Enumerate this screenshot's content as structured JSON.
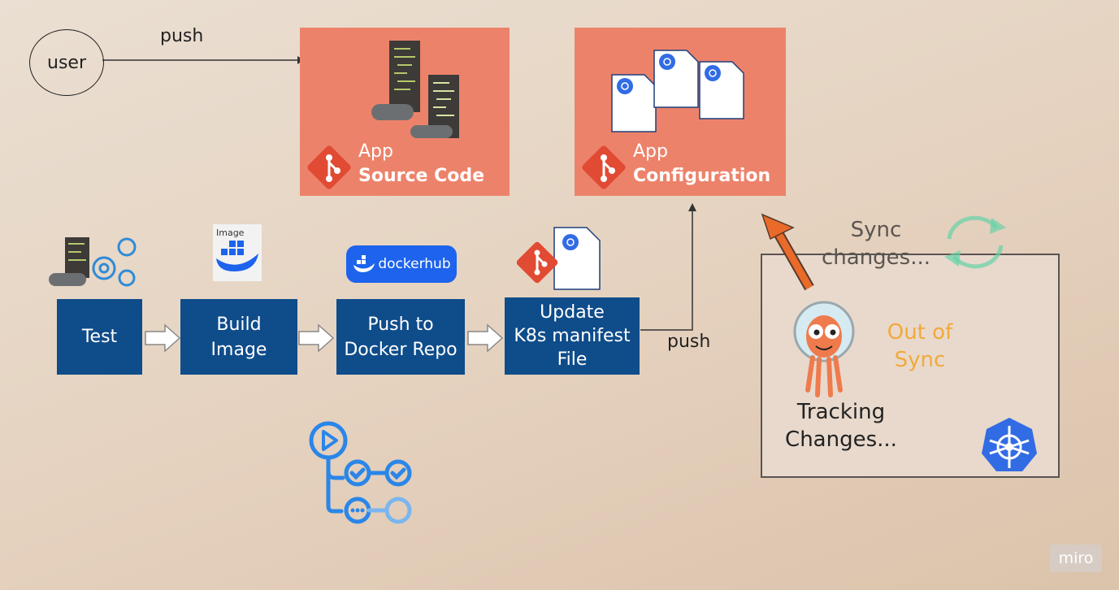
{
  "user": {
    "label": "user"
  },
  "top_push_label": "push",
  "repos": [
    {
      "name": "source-code",
      "line1": "App",
      "line2": "Source Code"
    },
    {
      "name": "configuration",
      "line1": "App",
      "line2": "Configuration"
    }
  ],
  "pipeline": {
    "image_label": "Image",
    "dockerhub_label": "dockerhub",
    "steps": [
      {
        "label": "Test"
      },
      {
        "label": "Build\nImage"
      },
      {
        "label": "Push to\nDocker Repo"
      },
      {
        "label": "Update\nK8s manifest\nFile"
      }
    ],
    "push_label": "push"
  },
  "argocd": {
    "sync_label": "Sync\nchanges...",
    "status_label": "Out of\nSync",
    "tracking_label": "Tracking\nChanges..."
  },
  "watermark": "miro",
  "colors": {
    "repo_card": "#ed826a",
    "step_box": "#0f4c8a",
    "out_of_sync": "#f2a93b",
    "sync_arrow": "#ea6a2a",
    "actions_blue": "#2a86e8"
  }
}
